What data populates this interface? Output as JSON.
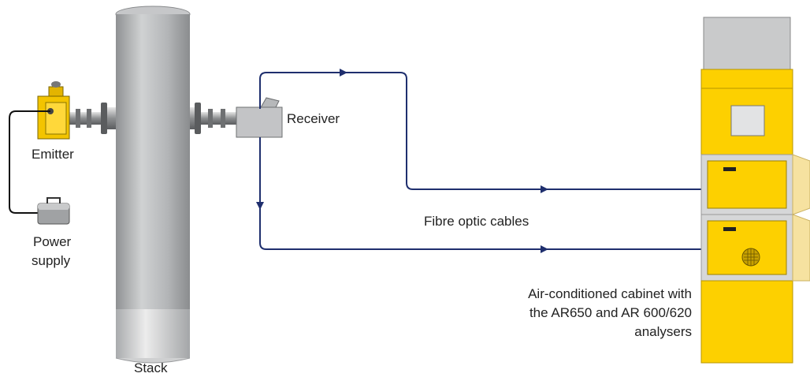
{
  "labels": {
    "emitter": "Emitter",
    "receiver": "Receiver",
    "power_supply_line1": "Power",
    "power_supply_line2": "supply",
    "stack": "Stack",
    "fibre_optic_cables": "Fibre optic cables",
    "cabinet_line1": "Air-conditioned cabinet with",
    "cabinet_line2": "the AR650 and AR 600/620",
    "cabinet_line3": "analysers"
  },
  "colors": {
    "stack_body": "#b9bbbd",
    "stack_base": "#d7d8d9",
    "cable": "#1f2f6e",
    "cabinet_yellow": "#fdd000",
    "emitter_yellow": "#f3c400",
    "grey_box": "#c9cacb",
    "power_cable": "#111111"
  }
}
